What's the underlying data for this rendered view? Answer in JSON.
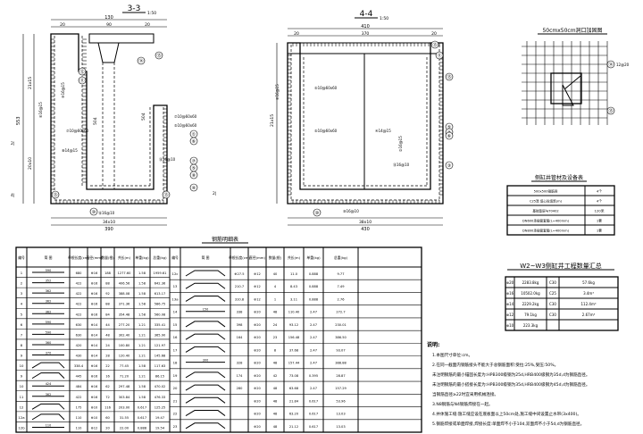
{
  "titles": {
    "sec33": "3-3",
    "sec33_scale": "1:50",
    "sec44": "4-4",
    "sec44_scale": "1:50",
    "opening": "50cmx50cm洞口加固图",
    "materials_table": "侧缸井管材及设备表",
    "main_table": "钢筋明细表",
    "qty_table": "W2~W3侧缸井工程数量汇总"
  },
  "dims33": {
    "top": "130",
    "a": "20",
    "b": "90",
    "c": "20",
    "h1": "553",
    "h2": "21x15",
    "h3": "20x10",
    "h4": "504",
    "bottom": "34x10",
    "total": "390"
  },
  "dims44": {
    "top": "410",
    "a": "20",
    "b": "370",
    "c": "20",
    "h1": "21x15",
    "bottom": "38x10",
    "total": "430"
  },
  "callouts33": [
    "⑫",
    "⑪",
    "⑭",
    "⑮",
    "①",
    "⑥",
    "⑤",
    "⑦",
    "⑧",
    "④",
    "⑩",
    "⑬",
    "⑬"
  ],
  "callouts44": [
    "⑪",
    "⑬",
    "⑮",
    "⑤",
    "⑦",
    "⑥",
    "③",
    "⑩"
  ],
  "labels33": [
    "⑥16@15",
    "⑦10@60x60",
    "⑦10@60x60",
    "⑤10@60x60",
    "⑧14@15",
    "⑨16@15",
    "⑮16@10",
    "⑯16@10"
  ],
  "labels44": [
    "⑥16@15",
    "⑤10@60x60",
    "⑤10@60x60",
    "④14@15",
    "②16@15",
    "⑮16@10",
    "⑩16@10"
  ],
  "opening_labels": [
    "⑭",
    "⑮",
    "12@20"
  ],
  "materials": [
    [
      "500x500钢筋网",
      "4个"
    ],
    [
      "C25混  填心砼填筑(m)",
      "4个"
    ],
    [
      "基础垫层与T0402",
      "120米"
    ],
    [
      "DN600承插管套管(L=400mm)",
      "1套"
    ],
    [
      "DN800承插管套管(L=400mm)",
      "1套"
    ]
  ],
  "main_headers": [
    "编号",
    "简 图",
    "单根长度(cm)",
    "直径(mm)",
    "数量(根)",
    "共长(m)",
    "单重(kg)",
    "总重(kg)",
    "编号",
    "简 图",
    "单根长度(cm)",
    "直径(mm)",
    "数量(根)",
    "共长(m)",
    "单重(kg)",
    "总重(kg)"
  ],
  "main_rows_left": [
    [
      "1",
      "590",
      "680",
      "⊕16",
      "188",
      "1277.60",
      "1.58",
      "1959.61"
    ],
    [
      "2",
      "352",
      "422",
      "⊕16",
      "88",
      "406.56",
      "1.58",
      "642.36"
    ],
    [
      "3",
      "362",
      "422",
      "⊕16",
      "92",
      "388.08",
      "1.58",
      "613.17"
    ],
    [
      "4",
      "362",
      "422",
      "⊕16",
      "88",
      "371.36",
      "1.58",
      "586.75"
    ],
    [
      "5",
      "362",
      "422",
      "⊕16",
      "84",
      "354.48",
      "1.58",
      "560.08"
    ],
    [
      "6",
      "590",
      "630",
      "⊕14",
      "44",
      "277.20",
      "1.21",
      "335.41"
    ],
    [
      "7",
      "590",
      "630",
      "⊕14",
      "48",
      "302.40",
      "1.21",
      "365.90"
    ],
    [
      "8",
      "360",
      "420",
      "⊕14",
      "24",
      "100.80",
      "1.21",
      "121.97"
    ],
    [
      "9",
      "370",
      "430",
      "⊕14",
      "28",
      "120.40",
      "1.21",
      "145.68"
    ],
    [
      "10",
      "",
      "338.4",
      "⊕16",
      "22",
      "77.45",
      "1.58",
      "117.63"
    ],
    [
      "9",
      "",
      "445",
      "⊕16",
      "16",
      "71.20",
      "1.21",
      "86.15"
    ],
    [
      "10",
      "424",
      "484",
      "⊕16",
      "62",
      "297.48",
      "1.58",
      "470.02"
    ],
    [
      "11",
      "362",
      "422",
      "⊕16",
      "72",
      "303.84",
      "1.58",
      "476.33"
    ],
    [
      "12",
      "",
      "175",
      "⊕10",
      "116",
      "203.00",
      "0.617",
      "125.25"
    ],
    [
      "12a",
      "",
      "110",
      "⊕10",
      "60",
      "31.55",
      "0.617",
      "19.47"
    ],
    [
      "12b",
      "110",
      "110",
      "⊕12",
      "20",
      "22.00",
      "0.888",
      "19.54"
    ]
  ],
  "main_rows_right": [
    [
      "12c",
      "",
      "⊕27.5",
      "⊕12",
      "40",
      "11.0",
      "0.888",
      "9.77"
    ],
    [
      "13",
      "",
      "210.7",
      "⊕12",
      "4",
      "8.43",
      "0.888",
      "7.49"
    ],
    [
      "13a",
      "",
      "310.8",
      "⊕12",
      "1",
      "3.11",
      "0.888",
      "2.76"
    ],
    [
      "14",
      "150",
      "338",
      "⊕20",
      "48",
      "110.40",
      "2.47",
      "272.7"
    ],
    [
      "15",
      "",
      "398",
      "⊕20",
      "24",
      "93.12",
      "2.47",
      "230.01"
    ],
    [
      "16",
      "",
      "164",
      "⊕20",
      "23",
      "156.48",
      "2.47",
      "386.50"
    ],
    [
      "17",
      "",
      "",
      "⊕20",
      "8",
      "37.68",
      "2.47",
      "93.07"
    ],
    [
      "18",
      "300",
      "328",
      "⊕20",
      "48",
      "157.44",
      "2.47",
      "388.88"
    ],
    [
      "19",
      "",
      "174",
      "⊕20",
      "42",
      "73.08",
      "0.395",
      "28.87"
    ],
    [
      "20",
      "",
      "280",
      "⊕20",
      "48",
      "63.68",
      "2.47",
      "157.29"
    ],
    [
      "21",
      "",
      "",
      "⊕20",
      "48",
      "21.84",
      "0.617",
      "53.96"
    ],
    [
      "22",
      "",
      "",
      "⊕20",
      "48",
      "63.20",
      "0.617",
      "13.03"
    ],
    [
      "23",
      "",
      "",
      "⊕20",
      "48",
      "21.12",
      "0.617",
      "13.03"
    ]
  ],
  "qty_rows": [
    [
      "⊕20",
      "2283.8kg",
      "C30",
      "57.6kg"
    ],
    [
      "⊕16",
      "10502.0kg",
      "C25",
      "3.4m³"
    ],
    [
      "⊕14",
      "2229.2kg",
      "C30",
      "112.4m³"
    ],
    [
      "⊕12",
      "79.1kg",
      "C30",
      "2.67m³"
    ],
    [
      "⊕10",
      "223.3kg",
      "",
      ""
    ]
  ],
  "notes_title": "说明:",
  "notes": [
    "1.本图尺寸单位:cm。",
    "2.在同一截面内钢筋接头不能大于总钢筋面积:受拉:25%,受压:50%。",
    "  未注明钢筋的最小锚固长度为:HPB300级钢为25d,HRB400级钢为35d,d为钢筋直径。",
    "  未注明钢筋的最小搭接长度为:HPB300级钢为35d,HRB400级钢为45d,d为钢筋直径。",
    "  当钢筋直径≥22时宜采用机械连接。",
    "3.N8钢筋与N4钢筋焊接在一起。",
    "4.井体施工缝:施工缝应设在底板面以上50cm处,施工缝中间设置止水带(3x400)。",
    "5.钢筋焊接或单面焊接,焊接长度:单面焊不小于10d,双面焊不小于5d,d为钢筋直径。"
  ],
  "side_labels": [
    "2|",
    "4|",
    "2|"
  ]
}
